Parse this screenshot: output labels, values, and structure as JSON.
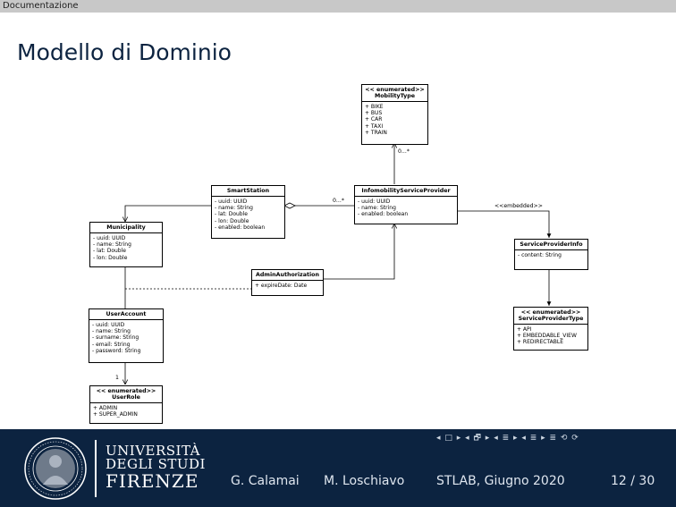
{
  "header": {
    "section": "Documentazione"
  },
  "slide": {
    "title": "Modello di Dominio"
  },
  "diagram": {
    "mobility_type": {
      "stereotype": "<< enumerated>>",
      "name": "MobilityType",
      "items": [
        "+ BIKE",
        "+ BUS",
        "+ CAR",
        "+ TAXI",
        "+ TRAIN"
      ]
    },
    "smart_station": {
      "name": "SmartStation",
      "items": [
        "- uuid: UUID",
        "- name: String",
        "- lat: Double",
        "- lon: Double",
        "- enabled: boolean"
      ]
    },
    "provider": {
      "name": "InfomobilityServiceProvider",
      "items": [
        "- uuid: UUID",
        "- name: String",
        "- enabled: boolean"
      ]
    },
    "municipality": {
      "name": "Municipality",
      "items": [
        "- uuid: UUID",
        "- name: String",
        "- lat: Double",
        "- lon: Double"
      ]
    },
    "admin_auth": {
      "name": "AdminAuthorization",
      "items": [
        "+ expireDate: Date"
      ]
    },
    "provider_info": {
      "name": "ServiceProviderInfo",
      "items": [
        "- content: String"
      ]
    },
    "provider_type": {
      "stereotype": "<< enumerated>>",
      "name": "ServiceProviderType",
      "items": [
        "+ API",
        "+ EMBEDDABLE_VIEW",
        "+ REDIRECTABLE"
      ]
    },
    "user_account": {
      "name": "UserAccount",
      "items": [
        "- uuid: UUID",
        "- name: String",
        "- surname: String",
        "- email: String",
        "- password: String"
      ]
    },
    "user_role": {
      "stereotype": "<< enumerated>>",
      "name": "UserRole",
      "items": [
        "+ ADMIN",
        "+ SUPER_ADMIN"
      ]
    },
    "labels": {
      "mult_mobility": "0...*",
      "mult_station": "0...*",
      "embedded": "<<embedded>>",
      "mult_role": "1"
    }
  },
  "footer": {
    "university": [
      "UNIVERSITÀ",
      "DEGLI STUDI",
      "FIRENZE"
    ],
    "authors": [
      "G. Calamai",
      "M. Loschiavo"
    ],
    "event": "STLAB, Giugno 2020",
    "page": "12 / 30",
    "nav": "◂ □ ▸ ◂ 🗗 ▸ ◂ ≣ ▸ ◂ ≣ ▸    ≣    ⟲ ⟳"
  }
}
